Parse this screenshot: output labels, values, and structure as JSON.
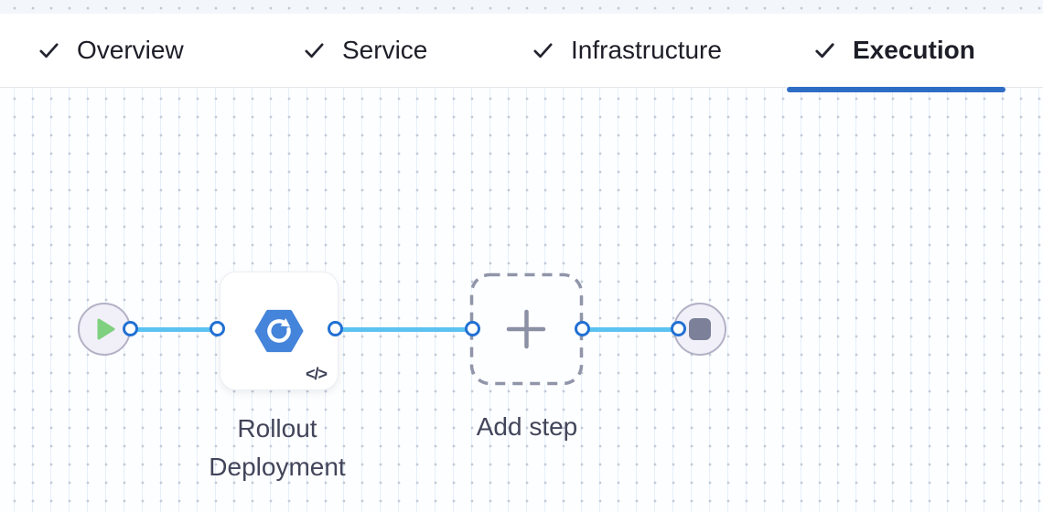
{
  "header": {
    "tabs": [
      {
        "label": "Overview",
        "state": "completed",
        "active": false
      },
      {
        "label": "Service",
        "state": "completed",
        "active": false
      },
      {
        "label": "Infrastructure",
        "state": "completed",
        "active": false
      },
      {
        "label": "Execution",
        "state": "completed",
        "active": true
      }
    ]
  },
  "pipeline": {
    "start_node": {
      "icon": "play-icon"
    },
    "steps": [
      {
        "label": "Rollout Deployment",
        "icon": "rollout-deployment-icon",
        "badge": "</>"
      },
      {
        "label": "Add step",
        "icon": "plus-icon"
      }
    ],
    "end_node": {
      "icon": "stop-icon"
    },
    "edge_count": 3
  },
  "colors": {
    "active_tab_underline": "#2f6dc5",
    "edge_blue": "#5cc3f1",
    "port_blue": "#2270d3",
    "step_icon_blue": "#4484da",
    "play_green": "#7fd07f",
    "stop_gray": "#7c8099",
    "tab_text": "#1d1e27",
    "label_text": "#42455a"
  }
}
